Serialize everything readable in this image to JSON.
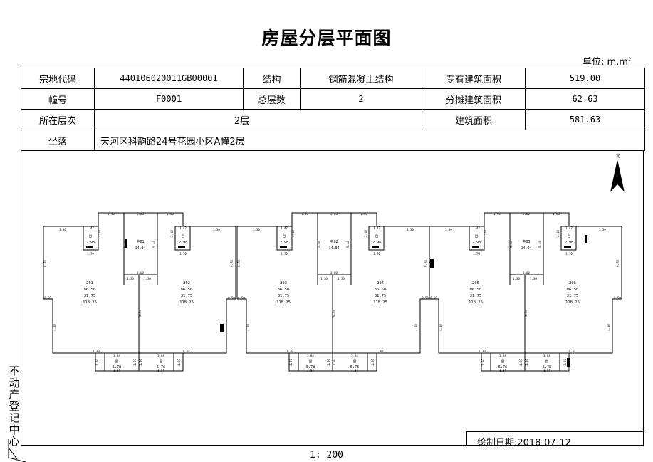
{
  "title": "房屋分层平面图",
  "unit": {
    "label": "单位: m.m",
    "sup": "2"
  },
  "info": {
    "parcel_code_label": "宗地代码",
    "parcel_code": "440106020011GB00001",
    "structure_label": "结构",
    "structure": "钢筋混凝土结构",
    "exclusive_area_label": "专有建筑面积",
    "exclusive_area": "519.00",
    "building_no_label": "幢号",
    "building_no": "F0001",
    "total_floors_label": "总层数",
    "total_floors": "2",
    "shared_area_label": "分摊建筑面积",
    "shared_area": "62.63",
    "floor_label": "所在层次",
    "floor": "2层",
    "building_area_label": "建筑面积",
    "building_area": "581.63",
    "location_label": "坐落",
    "location": "天河区科韵路24号花园小区A幢2层"
  },
  "plan": {
    "north": "北",
    "stairs": [
      {
        "label": "屯01",
        "area": "14.04"
      },
      {
        "label": "屯02",
        "area": "14.04"
      },
      {
        "label": "屯03",
        "area": "14.04"
      }
    ],
    "units": [
      {
        "no": "201",
        "exclusive": "86.50",
        "shared": "31.75",
        "total": "118.25"
      },
      {
        "no": "202",
        "exclusive": "86.50",
        "shared": "31.75",
        "total": "118.25"
      },
      {
        "no": "203",
        "exclusive": "86.50",
        "shared": "31.75",
        "total": "118.25"
      },
      {
        "no": "204",
        "exclusive": "86.50",
        "shared": "31.75",
        "total": "118.25"
      },
      {
        "no": "205",
        "exclusive": "86.50",
        "shared": "31.75",
        "total": "118.25"
      },
      {
        "no": "206",
        "exclusive": "86.50",
        "shared": "31.75",
        "total": "118.25"
      }
    ],
    "north_balcony": {
      "label": "台",
      "area": "2.98"
    },
    "south_balcony": {
      "label": "台",
      "area": "5.78"
    },
    "dims": {
      "stair_top": "2.60",
      "stair_side": "1.50",
      "bal_top": "1.42",
      "bal_bottom": "1.70",
      "wing": "3.30",
      "step": "1.30",
      "small": "0.50",
      "unit_side": "6.78",
      "lower_side": "4.38",
      "sb_width": "3.84",
      "sb_depth": "1.50",
      "bottom": "7.30",
      "north_bal_side": "2.18",
      "stair_depth": "5.48"
    }
  },
  "footer": {
    "draw_date_label": "绘制日期:",
    "draw_date": "2018-07-12",
    "scale": "1: 200",
    "vertical_text": "不动产登记中心"
  }
}
